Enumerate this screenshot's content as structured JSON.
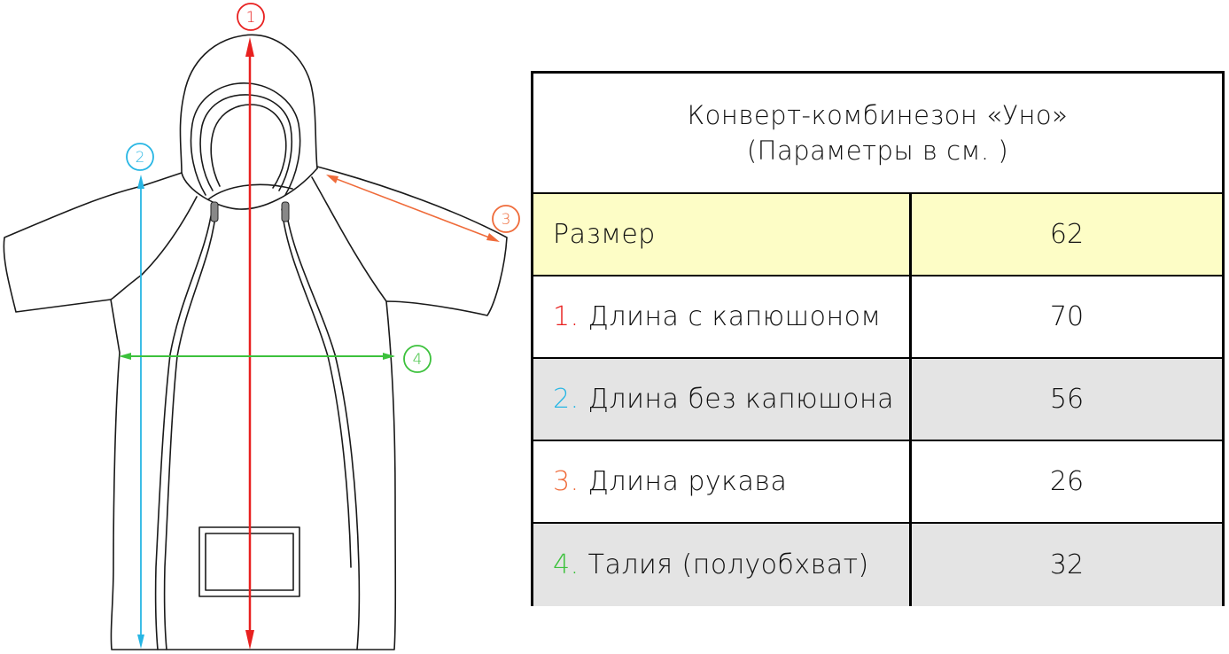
{
  "table": {
    "title_line1": "Конверт-комбинезон «Уно»",
    "title_line2": "(Параметры в см. )",
    "rows": [
      {
        "num": "",
        "label": "Размер",
        "value": "62",
        "background": "#fdfdc6",
        "num_color": ""
      },
      {
        "num": "1.",
        "label": "Длина с капюшоном",
        "value": "70",
        "background": "#ffffff",
        "num_color": "#e8201f"
      },
      {
        "num": "2.",
        "label": "Длина без капюшона",
        "value": "56",
        "background": "#e4e4e4",
        "num_color": "#27b6e4"
      },
      {
        "num": "3.",
        "label": "Длина рукава",
        "value": "26",
        "background": "#ffffff",
        "num_color": "#ef6b3a"
      },
      {
        "num": "4.",
        "label": "Талия (полуобхват)",
        "value": "32",
        "background": "#e4e4e4",
        "num_color": "#3cc13c"
      }
    ]
  },
  "diagram": {
    "markers": [
      {
        "label": "1",
        "color": "#e8201f"
      },
      {
        "label": "2",
        "color": "#27b6e4"
      },
      {
        "label": "3",
        "color": "#ef6b3a"
      },
      {
        "label": "4",
        "color": "#3cc13c"
      }
    ]
  }
}
